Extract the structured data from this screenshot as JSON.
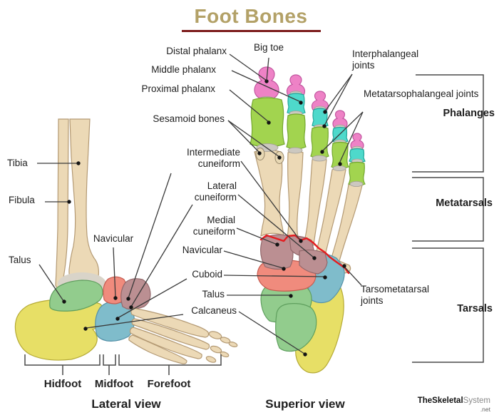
{
  "title": "Foot Bones",
  "labels": {
    "distal_phalanx": "Distal phalanx",
    "middle_phalanx": "Middle phalanx",
    "proximal_phalanx": "Proximal phalanx",
    "big_toe": "Big toe",
    "sesamoid_bones": "Sesamoid bones",
    "interphalangeal_joints": "Interphalangeal joints",
    "metatarsophalangeal_joints": "Metatarsophalangeal joints",
    "tibia": "Tibia",
    "fibula": "Fibula",
    "talus_lateral": "Talus",
    "navicular_lateral": "Navicular",
    "intermediate_cuneiform": "Intermediate cuneiform",
    "lateral_cuneiform": "Lateral cuneiform",
    "medial_cuneiform": "Medial cuneiform",
    "navicular_superior": "Navicular",
    "cuboid": "Cuboid",
    "talus_superior": "Talus",
    "calcaneus": "Calcaneus",
    "tarsometatarsal_joints": "Tarsometatarsal joints"
  },
  "sections": {
    "phalanges": "Phalanges",
    "metatarsals": "Metatarsals",
    "tarsals": "Tarsals"
  },
  "regions": {
    "hindfoot": "Hidfoot",
    "midfoot": "Midfoot",
    "forefoot": "Forefoot"
  },
  "views": {
    "lateral": "Lateral view",
    "superior": "Superior view"
  },
  "watermark": {
    "name_bold": "TheSkeletal",
    "name_light": "System",
    "suffix": ".net"
  },
  "colors": {
    "title_text": "#b3a167",
    "title_underline": "#7c1b1b",
    "label_text": "#1e1e1e",
    "leader_line": "#3a3a3a",
    "bracket": "#4a4a4a",
    "bone_tan": "#ecd9b6",
    "bone_tan_stroke": "#b49a74",
    "distal_pink": "#ee82c6",
    "middle_teal": "#4ed9cb",
    "proximal_green": "#a2d44f",
    "cuneiform_mauve": "#bb8f92",
    "navicular_salmon": "#f08b7d",
    "cuboid_blue": "#7fbccb",
    "talus_green": "#92cc8d",
    "calcaneus_yellow": "#e7df66",
    "joint_red_line": "#e41d20",
    "joint_gray": "#ccc8c0",
    "watermark_bold": "#111111",
    "watermark_light": "#8a8a8a"
  }
}
